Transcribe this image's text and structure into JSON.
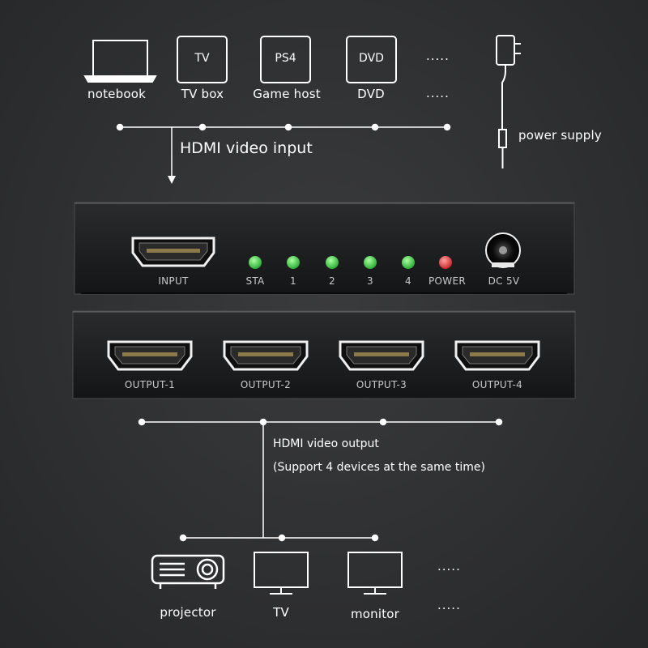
{
  "input_devices": [
    {
      "label": "notebook",
      "icon": "laptop-icon",
      "screen_text": ""
    },
    {
      "label": "TV box",
      "icon": "tv-box-icon",
      "screen_text": "TV"
    },
    {
      "label": "Game host",
      "icon": "game-console-icon",
      "screen_text": "PS4"
    },
    {
      "label": "DVD",
      "icon": "dvd-player-icon",
      "screen_text": "DVD"
    }
  ],
  "ellipsis_top": ".....",
  "ellipsis_top_2": ".....",
  "power": {
    "label": "power supply",
    "icon": "power-adapter-icon"
  },
  "input_heading": "HDMI video input",
  "splitter": {
    "input_port_label": "INPUT",
    "indicators": [
      {
        "label": "STA",
        "color": "#3ed44a"
      },
      {
        "label": "1",
        "color": "#3ed44a"
      },
      {
        "label": "2",
        "color": "#3ed44a"
      },
      {
        "label": "3",
        "color": "#3ed44a"
      },
      {
        "label": "4",
        "color": "#3ed44a"
      },
      {
        "label": "POWER",
        "color": "#e43a3a"
      }
    ],
    "dc_label": "DC 5V",
    "outputs": [
      "OUTPUT-1",
      "OUTPUT-2",
      "OUTPUT-3",
      "OUTPUT-4"
    ]
  },
  "output_heading": "HDMI video output",
  "output_subheading": "(Support 4 devices at the same time)",
  "output_devices": [
    {
      "label": "projector",
      "icon": "projector-icon"
    },
    {
      "label": "TV",
      "icon": "tv-icon"
    },
    {
      "label": "monitor",
      "icon": "monitor-icon"
    }
  ],
  "ellipsis_bottom": ".....",
  "ellipsis_bottom_2": ".....",
  "colors": {
    "background": "#2e2f31",
    "device_body": "#1c1d1f",
    "led_green": "#3ed44a",
    "led_red": "#e43a3a",
    "line": "#ffffff"
  }
}
